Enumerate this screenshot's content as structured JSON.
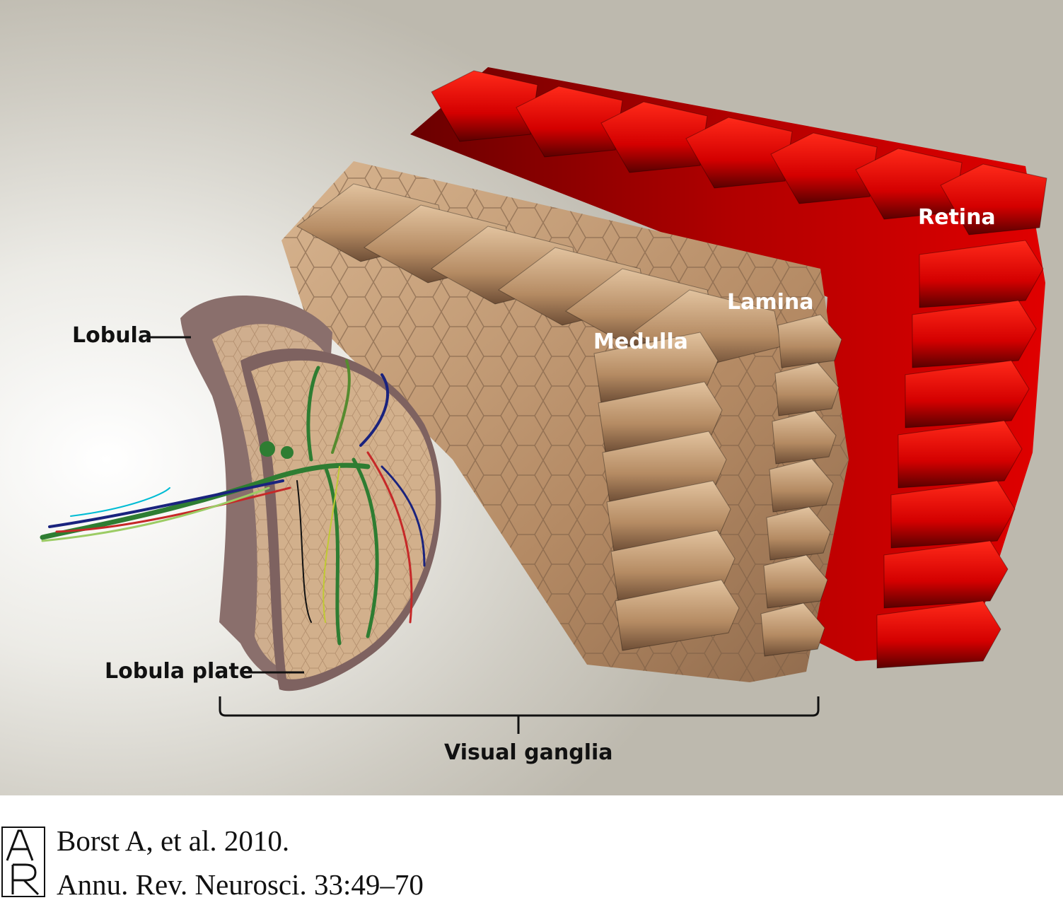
{
  "labels": {
    "lobula": "Lobula",
    "lobula_plate": "Lobula plate",
    "medulla": "Medulla",
    "lamina": "Lamina",
    "retina": "Retina",
    "visual_ganglia": "Visual ganglia"
  },
  "citation": {
    "logo_text": "AR",
    "line1": "Borst A, et al. 2010.",
    "line2": "Annu. Rev. Neurosci. 33:49–70"
  },
  "colors": {
    "retina": "#d40000",
    "ganglia": "#c79d74",
    "lobula": "#8a6f6c"
  }
}
